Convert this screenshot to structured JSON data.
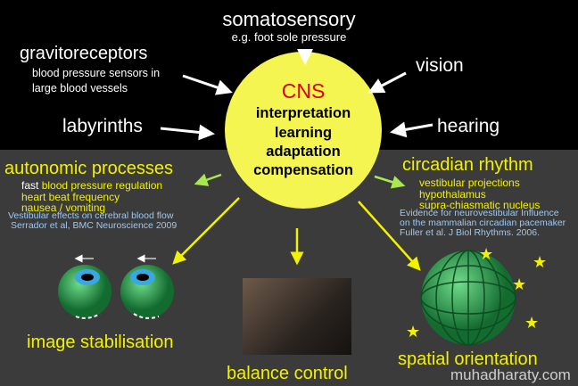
{
  "center": {
    "title": "CNS",
    "lines": [
      "interpretation",
      "learning",
      "adaptation",
      "compensation"
    ]
  },
  "inputs": {
    "somatosensory": {
      "title": "somatosensory",
      "sub": "e.g. foot sole pressure"
    },
    "gravitoreceptors": {
      "title": "gravitoreceptors",
      "sub": [
        "blood pressure sensors in",
        "large blood vessels"
      ]
    },
    "vision": "vision",
    "labyrinths": "labyrinths",
    "hearing": "hearing"
  },
  "outputs": {
    "autonomic": {
      "title": "autonomic processes",
      "fast": "fast",
      "lines": [
        "blood pressure regulation",
        "heart  beat  frequency",
        "nausea / vomiting"
      ],
      "ref": [
        "Vestibular effects on cerebral blood flow",
        "Serrador et al, BMC Neuroscience 2009"
      ]
    },
    "circadian": {
      "title": "circadian rhythm",
      "lines": [
        "vestibular projections",
        "hypothalamus",
        "supra-chiasmatic nucleus"
      ],
      "ref": [
        "Evidence for  neurovestibular Influence",
        "on the mammalian circadian pacemaker",
        "Fuller et al. J Biol Rhythms. 2006."
      ]
    },
    "image_stabilisation": "image stabilisation",
    "balance_control": "balance control",
    "spatial_orientation": "spatial orientation"
  },
  "watermark": "muhadharaty.com",
  "colors": {
    "accent": "#f2f200",
    "cns": "#e00000",
    "circle": "#f5f552"
  }
}
